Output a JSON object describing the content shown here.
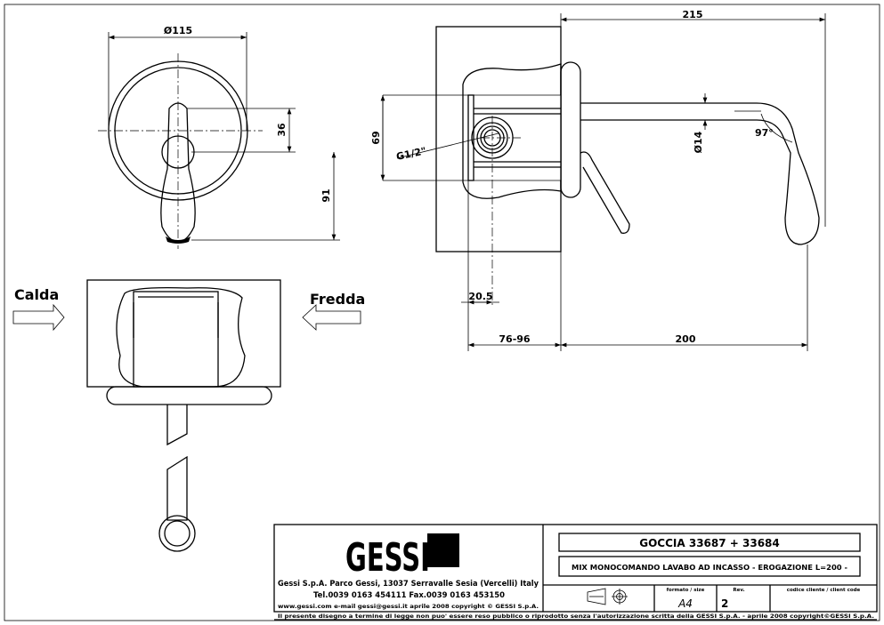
{
  "dimensions": {
    "diameter_115": "Ø115",
    "d36": "36",
    "d91": "91",
    "d69": "69",
    "thread": "G1/2\"",
    "d215": "215",
    "diameter_14": "Ø14",
    "angle_97": "97°",
    "d20_5": "20.5",
    "d76_96": "76-96",
    "d200": "200"
  },
  "labels": {
    "hot": "Calda",
    "cold": "Fredda"
  },
  "title_block": {
    "logo": "GESSI",
    "product": "GOCCIA  33687 + 33684",
    "description": "MIX MONOCOMANDO LAVABO AD INCASSO - EROGAZIONE L=200 -",
    "address": "Gessi S.p.A. Parco Gessi, 13037 Serravalle Sesia (Vercelli) Italy",
    "phone": "Tel.0039  0163  454111  Fax.0039  0163  453150",
    "web": "www.gessi.com  e-mail  gessi@gessi.it    aprile  2008    copyright © GESSI  S.p.A.",
    "format_label": "formato / size",
    "format_value": "A4",
    "rev_label": "Rev.",
    "rev_value": "2",
    "client_code_label": "codice cliente / client code",
    "footer": "Il presente disegno a termine di legge non puo' essere reso pubblico o riprodotto senza l'autorizzazione scritta della GESSI S.p.A. - aprile 2008  copyright©GESSI S.p.A."
  }
}
